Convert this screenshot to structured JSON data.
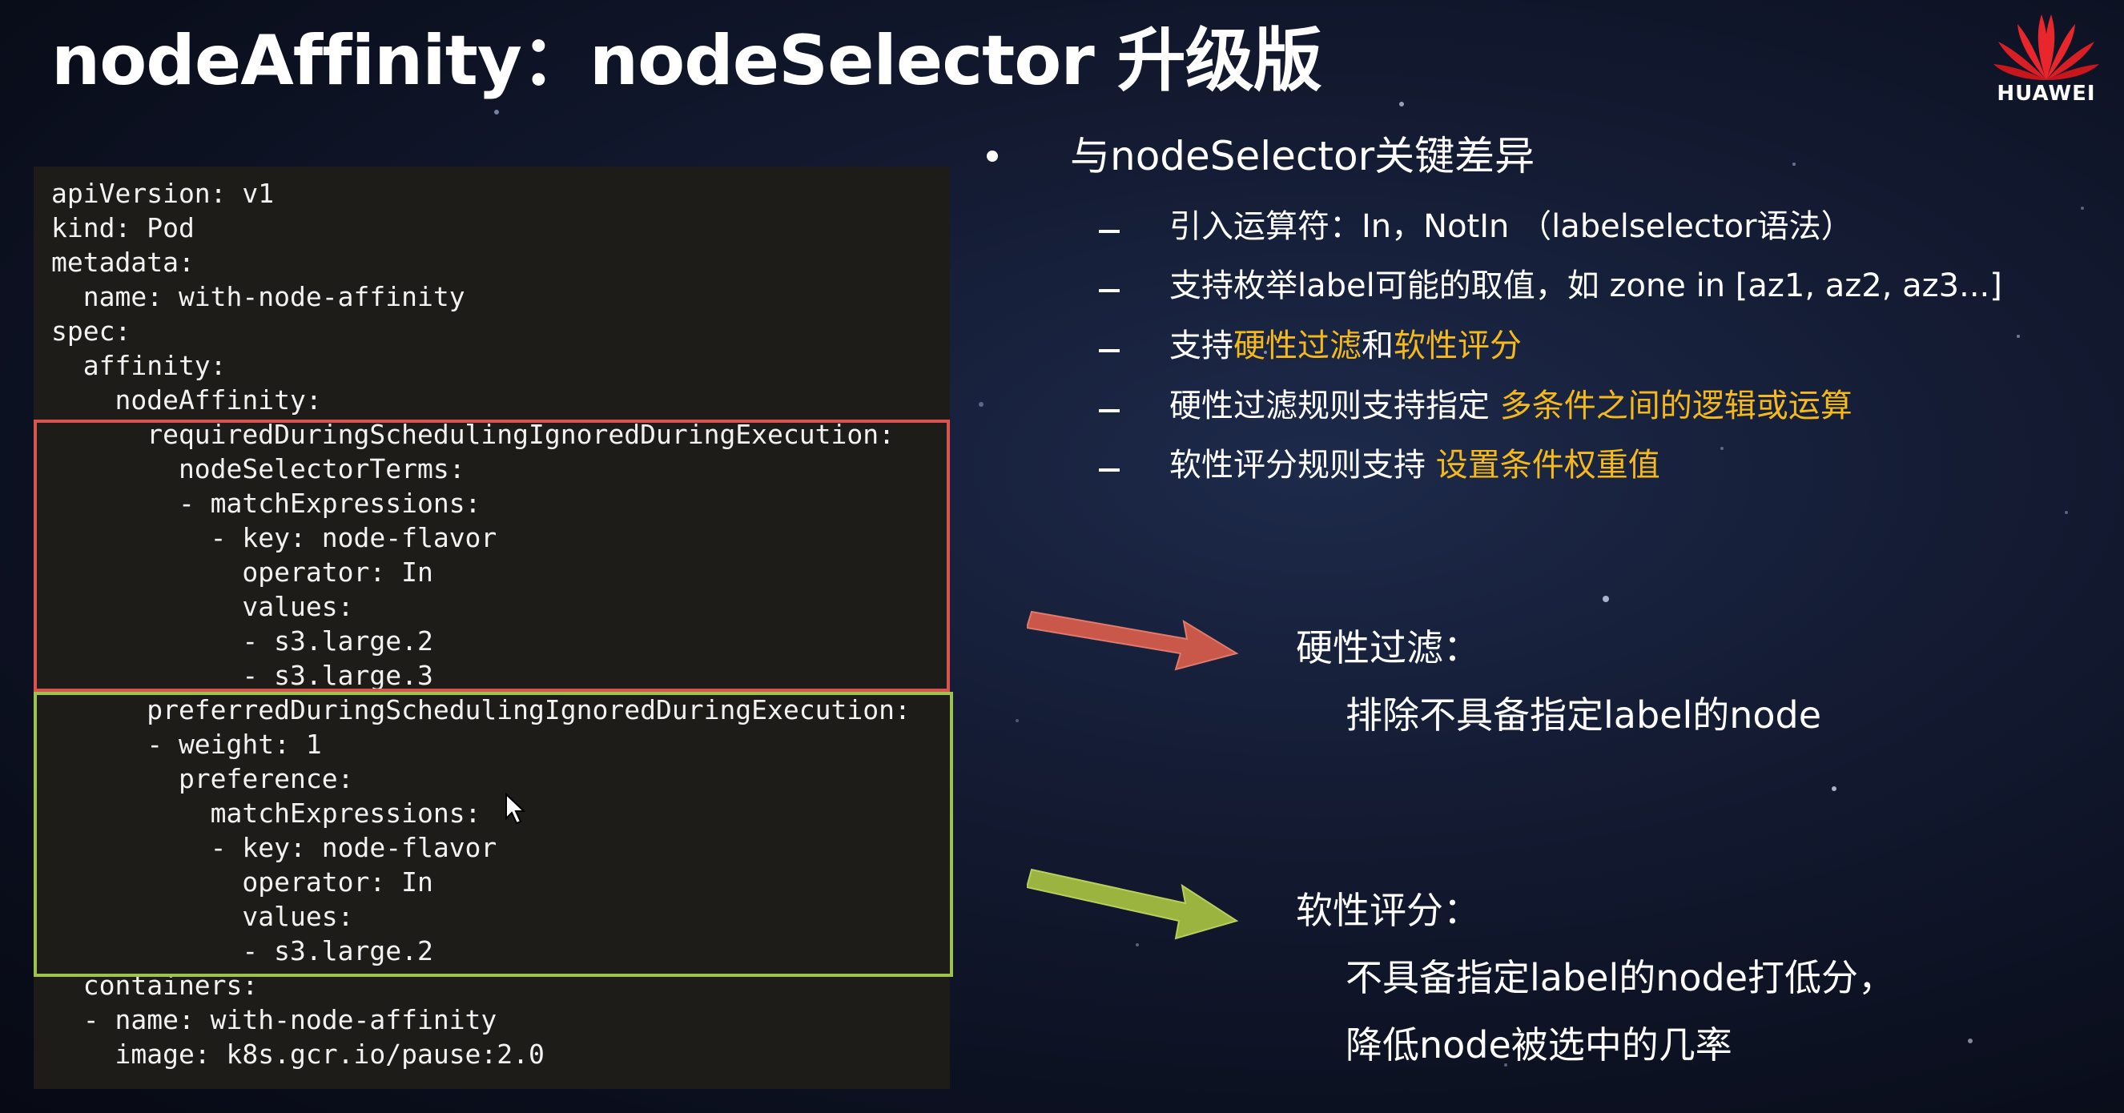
{
  "slide": {
    "title": "nodeAffinity：nodeSelector 升级版"
  },
  "logo": {
    "icon": "huawei-flower-icon",
    "text": "HUAWEI",
    "colors": [
      "#e8262b",
      "#c8161d"
    ]
  },
  "code": {
    "lines": [
      "apiVersion: v1",
      "kind: Pod",
      "metadata:",
      "  name: with-node-affinity",
      "spec:",
      "  affinity:",
      "    nodeAffinity:",
      "      requiredDuringSchedulingIgnoredDuringExecution:",
      "        nodeSelectorTerms:",
      "        - matchExpressions:",
      "          - key: node-flavor",
      "            operator: In",
      "            values:",
      "            - s3.large.2",
      "            - s3.large.3",
      "      preferredDuringSchedulingIgnoredDuringExecution:",
      "      - weight: 1",
      "        preference:",
      "          matchExpressions:",
      "          - key: node-flavor",
      "            operator: In",
      "            values:",
      "            - s3.large.2",
      "  containers:",
      "  - name: with-node-affinity",
      "    image: k8s.gcr.io/pause:2.0"
    ]
  },
  "differences": {
    "heading": "与nodeSelector关键差异",
    "items": [
      {
        "plain": "引入运算符：In，NotIn （labelselector语法）"
      },
      {
        "plain": "支持枚举label可能的取值，如 zone in [az1, az2, az3...]"
      },
      {
        "pre": "支持",
        "hl1": "硬性过滤",
        "mid": "和",
        "hl2": "软性评分"
      },
      {
        "pre": "硬性过滤规则支持指定 ",
        "hl1": "多条件之间的逻辑或运算"
      },
      {
        "pre": "软性评分规则支持 ",
        "hl1": "设置条件权重值"
      }
    ]
  },
  "hard_filter": {
    "title": "硬性过滤：",
    "desc": "排除不具备指定label的node"
  },
  "soft_score": {
    "title": "软性评分：",
    "desc1": "不具备指定label的node打低分，",
    "desc2": "降低node被选中的几率"
  },
  "colors": {
    "highlight": "#f5b91a",
    "red_box": "#d9534f",
    "green_box": "#9ec24c",
    "red_arrow": "#c9574a",
    "green_arrow": "#9bb33f"
  }
}
